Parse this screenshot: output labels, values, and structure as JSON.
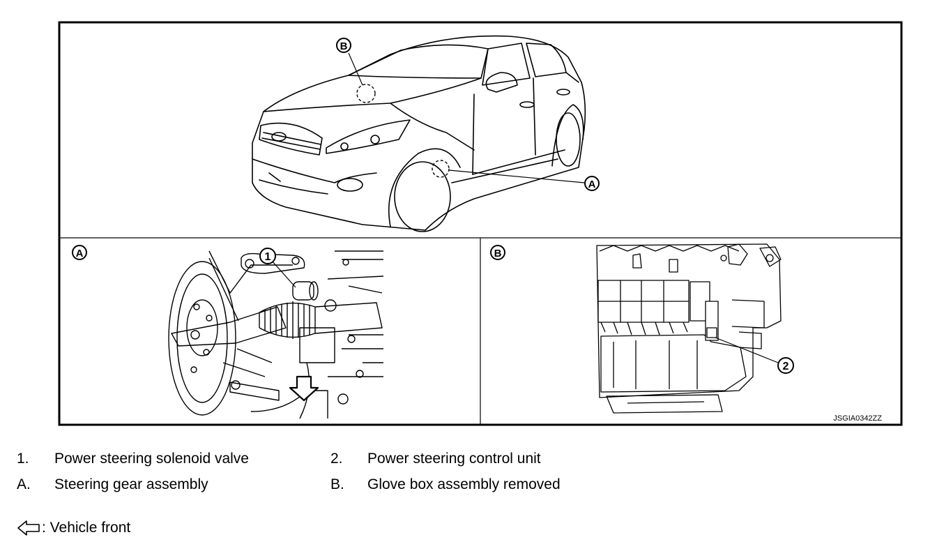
{
  "callouts": {
    "A": "A",
    "B": "B",
    "one": "1",
    "two": "2"
  },
  "panels": {
    "A_label": "A",
    "B_label": "B"
  },
  "figure_code": "JSGIA0342ZZ",
  "legend": [
    {
      "num": "1.",
      "text": "Power steering solenoid valve"
    },
    {
      "num": "2.",
      "text": "Power steering control unit"
    },
    {
      "num": "A.",
      "text": "Steering gear assembly"
    },
    {
      "num": "B.",
      "text": "Glove box assembly removed"
    }
  ],
  "front_note": ": Vehicle front",
  "icons": {
    "front_arrow": "left-arrow-outline-icon"
  }
}
